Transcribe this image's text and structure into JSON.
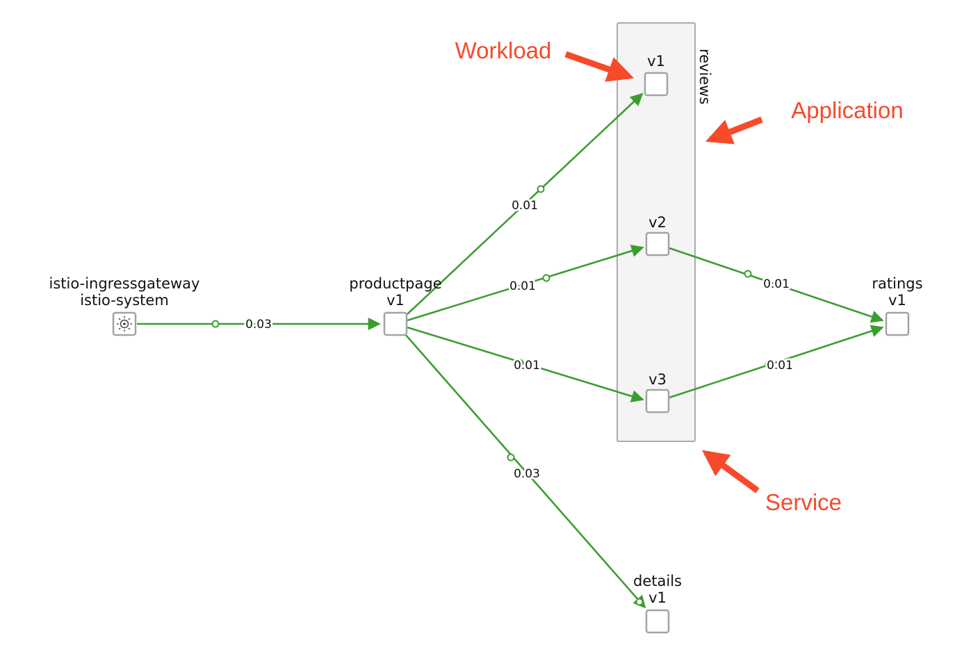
{
  "diagram": {
    "colors": {
      "edge": "#3a9e2f",
      "annotation": "#f64a2a",
      "node_border": "#a3a3a3",
      "node_fill": "#ffffff",
      "group_fill": "#f4f4f4",
      "group_border": "#ababab",
      "label": "#111111"
    },
    "icons": {
      "ingress": "gateway-icon"
    },
    "groups": {
      "reviews": {
        "label": "reviews"
      }
    },
    "nodes": {
      "ingressgateway": {
        "name": "istio-ingressgateway",
        "namespace": "istio-system"
      },
      "productpage": {
        "name": "productpage",
        "version": "v1"
      },
      "reviews_v1": {
        "version": "v1"
      },
      "reviews_v2": {
        "version": "v2"
      },
      "reviews_v3": {
        "version": "v3"
      },
      "ratings": {
        "name": "ratings",
        "version": "v1"
      },
      "details": {
        "name": "details",
        "version": "v1"
      }
    },
    "edges": {
      "ingress_to_productpage": {
        "label": "0.03"
      },
      "productpage_to_reviews_v1": {
        "label": "0.01"
      },
      "productpage_to_reviews_v2": {
        "label": "0.01"
      },
      "productpage_to_reviews_v3": {
        "label": "0.01"
      },
      "productpage_to_details": {
        "label": "0.03"
      },
      "reviews_v2_to_ratings": {
        "label": "0.01"
      },
      "reviews_v3_to_ratings": {
        "label": "0.01"
      }
    },
    "annotations": {
      "workload": {
        "label": "Workload"
      },
      "application": {
        "label": "Application"
      },
      "service": {
        "label": "Service"
      }
    }
  }
}
